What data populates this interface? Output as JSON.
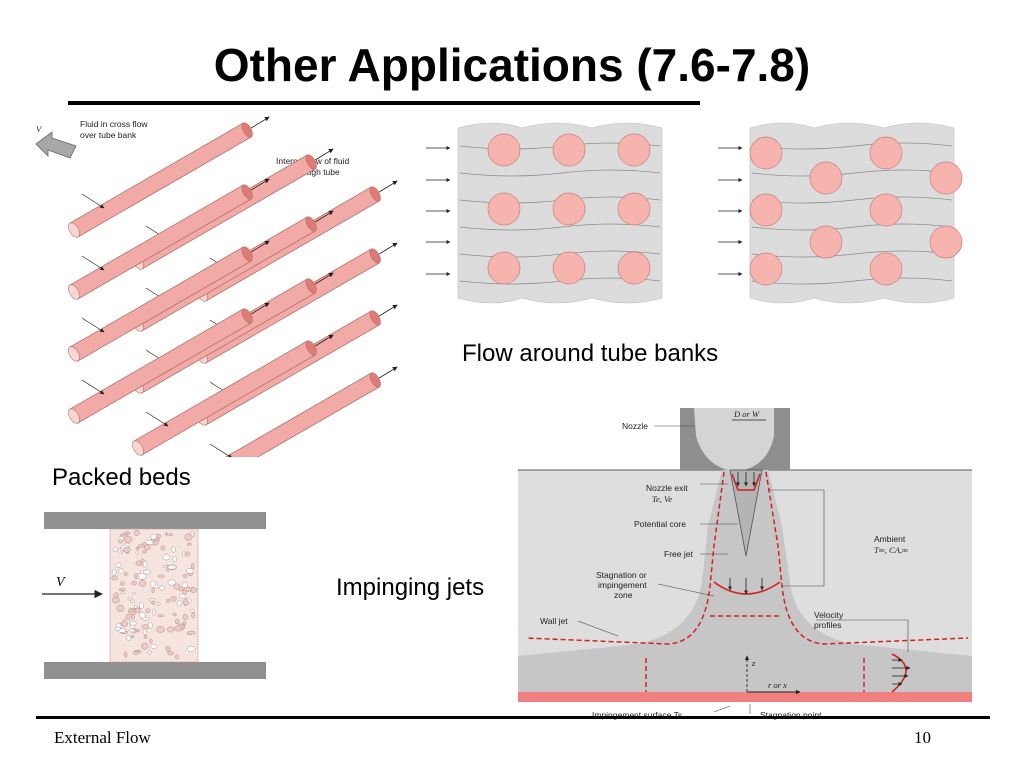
{
  "slide": {
    "title": "Other Applications (7.6-7.8)",
    "captions": {
      "tube_banks": "Flow around tube banks",
      "packed_beds": "Packed beds",
      "impinging_jets": "Impinging jets"
    },
    "footer": {
      "left": "External Flow",
      "page_number": "10"
    }
  },
  "figures": {
    "tube_bank_3d": {
      "label_velocity": "V",
      "label_cross_flow": [
        "Fluid in cross flow",
        "over tube bank"
      ],
      "label_internal_flow": [
        "Internal flow of fluid",
        "through tube"
      ]
    },
    "packed_bed": {
      "label_velocity": "V"
    },
    "impinging_jet": {
      "nozzle": "Nozzle",
      "nozzle_width": "D or W",
      "nozzle_exit": "Nozzle exit",
      "exit_conditions": "Te, Ve",
      "potential_core": "Potential core",
      "free_jet": "Free jet",
      "stagnation_zone": [
        "Stagnation or",
        "impingement",
        "zone"
      ],
      "wall_jet": "Wall jet",
      "ambient": "Ambient",
      "ambient_conditions": "T∞, CA,∞",
      "velocity_profiles": [
        "Velocity",
        "profiles"
      ],
      "axis_z": "z",
      "axis_r": "r or x",
      "impingement_surface": "Impingement surface Ts",
      "stagnation_point": "Stagnation point"
    }
  },
  "colors": {
    "tube_fill": "#f2aaa6",
    "tube_stroke": "#b0706c",
    "flow_region": "#dcdcdc",
    "cylinder": "#f7b3ad",
    "jet_gray": "#c8c8c8",
    "dashed_red": "#d42020",
    "wall_gray": "#909090"
  }
}
